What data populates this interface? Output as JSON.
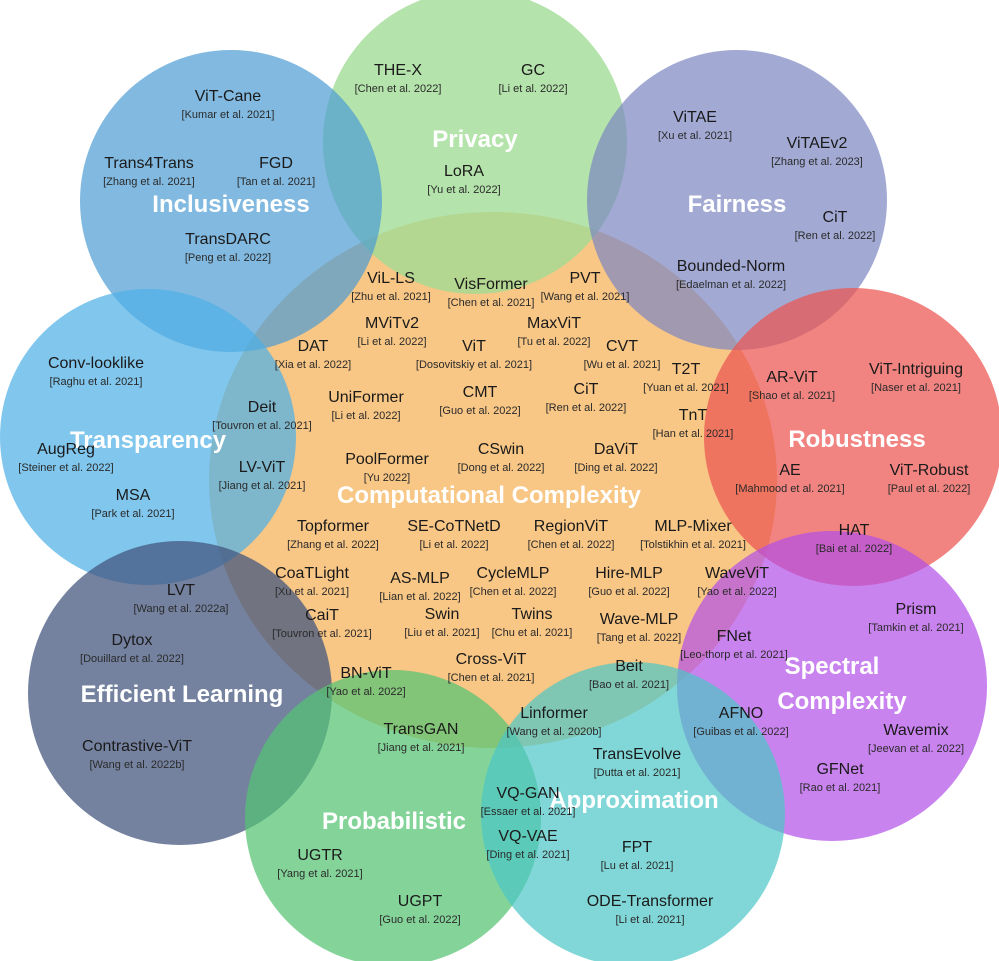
{
  "categories": [
    {
      "id": "privacy",
      "label": "Privacy",
      "color": "#9fdb94"
    },
    {
      "id": "fairness",
      "label": "Fairness",
      "color": "#7b86c2"
    },
    {
      "id": "inclusiveness",
      "label": "Inclusiveness",
      "color": "#4b9bd3"
    },
    {
      "id": "transparency",
      "label": "Transparency",
      "color": "#4fb0e6"
    },
    {
      "id": "robustness",
      "label": "Robustness",
      "color": "#ec5450"
    },
    {
      "id": "efficient-learning",
      "label": "Efficient Learning",
      "color": "#44567f"
    },
    {
      "id": "spectral-complexity",
      "label": "Spectral Complexity",
      "color": "#b24fe8"
    },
    {
      "id": "probabilistic",
      "label": "Probabilistic",
      "color": "#55c473"
    },
    {
      "id": "approximation",
      "label": "Approximation",
      "color": "#4cc6c6"
    },
    {
      "id": "computational-complexity",
      "label": "Computational Complexity",
      "color": "#f6b45e"
    }
  ],
  "models": [
    {
      "name": "THE-X",
      "ref": "[Chen et al. 2022]"
    },
    {
      "name": "GC",
      "ref": "[Li et al. 2022]"
    },
    {
      "name": "LoRA",
      "ref": "[Yu et al. 2022]"
    },
    {
      "name": "ViT-Cane",
      "ref": "[Kumar et al. 2021]"
    },
    {
      "name": "Trans4Trans",
      "ref": "[Zhang et al. 2021]"
    },
    {
      "name": "FGD",
      "ref": "[Tan et al. 2021]"
    },
    {
      "name": "TransDARC",
      "ref": "[Peng et al. 2022]"
    },
    {
      "name": "ViTAE",
      "ref": "[Xu et al. 2021]",
      "tint": "#2b3a78"
    },
    {
      "name": "ViTAEv2",
      "ref": "[Zhang et al. 2023]",
      "tint": "#2b3a78"
    },
    {
      "name": "CiT",
      "ref": "[Ren et al. 2022]"
    },
    {
      "name": "Bounded-Norm",
      "ref": "[Edaelman et al. 2022]"
    },
    {
      "name": "ViL-LS",
      "ref": "[Zhu et al. 2021]"
    },
    {
      "name": "VisFormer",
      "ref": "[Chen et al. 2021]"
    },
    {
      "name": "PVT",
      "ref": "[Wang et al. 2021]"
    },
    {
      "name": "MViTv2",
      "ref": "[Li et al. 2022]"
    },
    {
      "name": "MaxViT",
      "ref": "[Tu et al. 2022]"
    },
    {
      "name": "DAT",
      "ref": "[Xia et al. 2022]"
    },
    {
      "name": "ViT",
      "ref": "[Dosovitskiy et al. 2021]"
    },
    {
      "name": "CVT",
      "ref": "[Wu et al. 2021]"
    },
    {
      "name": "T2T",
      "ref": "[Yuan et al. 2021]"
    },
    {
      "name": "Conv-looklike",
      "ref": "[Raghu et al. 2021]"
    },
    {
      "name": "UniFormer",
      "ref": "[Li et al. 2022]"
    },
    {
      "name": "CMT",
      "ref": "[Guo et al. 2022]"
    },
    {
      "name": "CiT",
      "ref": "[Ren et al. 2022]"
    },
    {
      "name": "AR-ViT",
      "ref": "[Shao et al. 2021]"
    },
    {
      "name": "ViT-Intriguing",
      "ref": "[Naser et al. 2021]"
    },
    {
      "name": "Deit",
      "ref": "[Touvron et al. 2021]",
      "tint": "#1d5a86"
    },
    {
      "name": "TnT",
      "ref": "[Han et al. 2021]"
    },
    {
      "name": "AugReg",
      "ref": "[Steiner et al. 2022]"
    },
    {
      "name": "CSwin",
      "ref": "[Dong et al. 2022]"
    },
    {
      "name": "DaViT",
      "ref": "[Ding et al. 2022]"
    },
    {
      "name": "PoolFormer",
      "ref": "[Yu 2022]"
    },
    {
      "name": "LV-ViT",
      "ref": "[Jiang et al. 2021]"
    },
    {
      "name": "AE",
      "ref": "[Mahmood et al. 2021]"
    },
    {
      "name": "ViT-Robust",
      "ref": "[Paul  et al. 2022]"
    },
    {
      "name": "MSA",
      "ref": "[Park et al. 2021]"
    },
    {
      "name": "Topformer",
      "ref": "[Zhang et al. 2022]"
    },
    {
      "name": "SE-CoTNetD",
      "ref": "[Li et al. 2022]"
    },
    {
      "name": "RegionViT",
      "ref": "[Chen et al. 2022]"
    },
    {
      "name": "MLP-Mixer",
      "ref": "[Tolstikhin et al. 2021]"
    },
    {
      "name": "HAT",
      "ref": "[Bai et al. 2022]"
    },
    {
      "name": "LVT",
      "ref": "[Wang et al. 2022a]"
    },
    {
      "name": "CoaTLight",
      "ref": "[Xu et al. 2021]"
    },
    {
      "name": "AS-MLP",
      "ref": "[Lian et al. 2022]"
    },
    {
      "name": "CycleMLP",
      "ref": "[Chen et al. 2022]"
    },
    {
      "name": "Hire-MLP",
      "ref": "[Guo et al. 2022]"
    },
    {
      "name": "WaveViT",
      "ref": "[Yao et al. 2022]"
    },
    {
      "name": "Prism",
      "ref": "[Tamkin et al. 2021]"
    },
    {
      "name": "Dytox",
      "ref": "[Douillard et al. 2022]"
    },
    {
      "name": "CaiT",
      "ref": "[Touvron et al. 2021]"
    },
    {
      "name": "Swin",
      "ref": "[Liu et al. 2021]"
    },
    {
      "name": "Twins",
      "ref": "[Chu et al. 2021]"
    },
    {
      "name": "Wave-MLP",
      "ref": "[Tang et al. 2022]"
    },
    {
      "name": "FNet",
      "ref": "[Leo-thorp et al. 2021]"
    },
    {
      "name": "Cross-ViT",
      "ref": "[Chen et al. 2021]"
    },
    {
      "name": "Beit",
      "ref": "[Bao et al. 2021]"
    },
    {
      "name": "BN-ViT",
      "ref": "[Yao et al. 2022]"
    },
    {
      "name": "TransGAN",
      "ref": "[Jiang et al. 2021]",
      "tint": "#1f6b2e"
    },
    {
      "name": "Linformer",
      "ref": "[Wang et al. 2020b]"
    },
    {
      "name": "AFNO",
      "ref": "[Guibas et al. 2022]"
    },
    {
      "name": "Wavemix",
      "ref": "[Jeevan et al. 2022]"
    },
    {
      "name": "Contrastive-ViT",
      "ref": "[Wang et al. 2022b]"
    },
    {
      "name": "TransEvolve",
      "ref": "[Dutta et al. 2021]"
    },
    {
      "name": "GFNet",
      "ref": "[Rao et al. 2021]"
    },
    {
      "name": "VQ-GAN",
      "ref": "[Essaer et al. 2021]",
      "tint": "#1c6a6a"
    },
    {
      "name": "VQ-VAE",
      "ref": "[Ding et al. 2021]",
      "tint": "#1c6a6a"
    },
    {
      "name": "UGTR",
      "ref": "[Yang et al. 2021]"
    },
    {
      "name": "FPT",
      "ref": "[Lu et al. 2021]"
    },
    {
      "name": "UGPT",
      "ref": "[Guo et al. 2022]"
    },
    {
      "name": "ODE-Transformer",
      "ref": "[Li et al. 2021]"
    }
  ]
}
